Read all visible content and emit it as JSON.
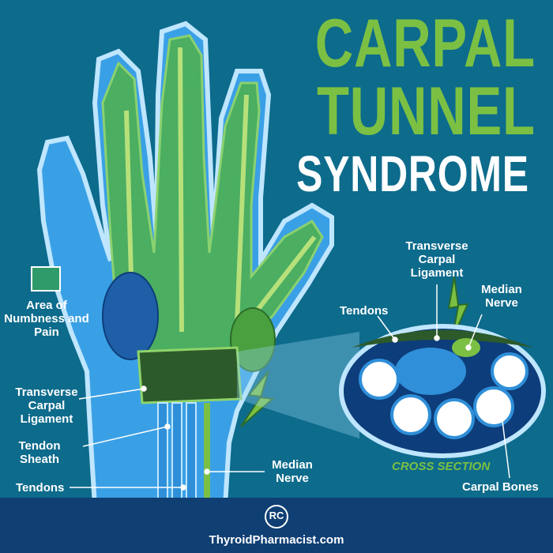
{
  "title": {
    "line1": "CARPAL",
    "line2": "TUNNEL",
    "line3": "SYNDROME"
  },
  "legend": {
    "numbness_label": "Area of Numbness and Pain",
    "swatch_color": "#2f9a6a"
  },
  "labels": {
    "transverse_left": "Transverse Carpal Ligament",
    "tendon_sheath": "Tendon Sheath",
    "tendons_left": "Tendons",
    "median_nerve_left": "Median Nerve",
    "transverse_right": "Transverse Carpal Ligament",
    "tendons_right": "Tendons",
    "median_nerve_right": "Median Nerve",
    "cross_section": "CROSS SECTION",
    "carpal_bones": "Carpal Bones"
  },
  "footer": {
    "logo_text": "RC",
    "site": "ThyroidPharmacist.com"
  },
  "colors": {
    "background": "#0d6b8c",
    "accent_green": "#7bc043",
    "footer": "#0f3f73",
    "bone_blue": "#2f8fd8"
  }
}
